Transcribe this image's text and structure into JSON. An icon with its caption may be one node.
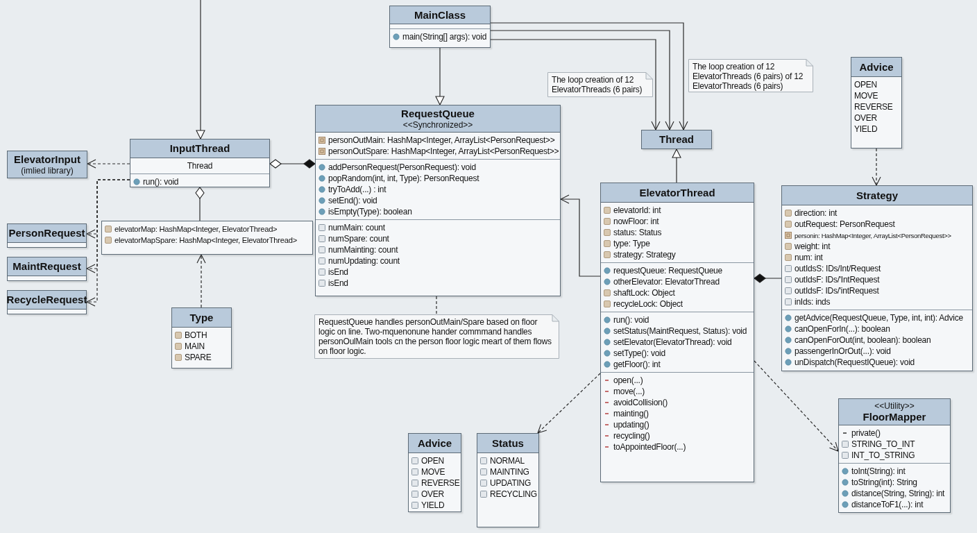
{
  "diagram": {
    "nodes": [
      {
        "text": [
          "MainClass",
          "main(String[] args): void"
        ]
      },
      {
        "text": [
          "InputThread",
          "Thread",
          "run(): void"
        ]
      },
      {
        "text": [
          "ElevatorInput",
          "(imlied library)"
        ]
      },
      {
        "text": [
          "PersonRequest"
        ]
      },
      {
        "text": [
          "MaintRequest"
        ]
      },
      {
        "text": [
          "RecycleRequest"
        ]
      },
      {
        "text": [
          "elevatorMap: HashMap<Integer, ElevatorThread>",
          "elevatorMapSpare: HashMap<Integer, ElevatorThread>"
        ]
      },
      {
        "text": [
          "Type",
          "BOTH",
          "MAIN",
          "SPARE"
        ]
      },
      {
        "text": [
          "RequestQueue",
          "<<Synchronized>>",
          "personOutMain: HashMap<Integer, ArrayList<PersonRequest>>",
          "personOutSpare: HashMap<Integer, ArrayList<PersonRequest>>",
          "addPersonRequest(PersonRequest): void",
          "popRandom(int, int, Type): PersonRequest",
          "tryToAdd(...) : int",
          "setEnd(): void",
          "isEmpty(Type): boolean",
          "numMain: count",
          "numSpare: count",
          "numMainting: count",
          "numUpdating: count",
          "isEnd",
          "isEnd"
        ]
      },
      {
        "text": [
          "RequestQueue handles personOutMain/Spare based on floor logic on line. Two-mquenonune hander commmand handles personOulMain tools cn the person floor logic meart of them flows on floor logic."
        ]
      },
      {
        "text": [
          "The loop creation of 12 ElevatorThreads (6 pairs)"
        ]
      },
      {
        "text": [
          "The loop creation of 12 ElevatorThreads (6 pairs) of 12 ElevatorThreads (6 pairs)"
        ]
      },
      {
        "text": [
          "Thread"
        ]
      },
      {
        "text": [
          "ElevatorThread",
          "elevatorId: int",
          "nowFloor: int",
          "status: Status",
          "type: Type",
          "strategy: Strategy",
          "requestQueue: RequestQueue",
          "otherElevator: ElevatorThread",
          "shaftLock: Object",
          "recycleLock: Object",
          "run(): void",
          "setStatus(MaintRequest, Status): void",
          "setElevator(ElevatorThread): void",
          "setType(): void",
          "getFloor(): int",
          "open(...)",
          "move(...)",
          "avoidCollision()",
          "mainting()",
          "updating()",
          "recycling()",
          "toAppointedFloor(...)"
        ]
      },
      {
        "text": [
          "Advice",
          "OPEN",
          "MOVE",
          "REVERSE",
          "OVER",
          "YIELD"
        ]
      },
      {
        "text": [
          "Strategy",
          "direction: int",
          "outRequest: PersonRequest",
          "personin: HashMap<Integer, ArrayList<PersonRequest>>",
          "weight: int",
          "num: int",
          "outIdsS: IDs/Int/Request",
          "outIdsF: IDs/'IntRequest",
          "outIdsF: IDs/'intRequest",
          "inIds: inds",
          "getAdvice(RequestQueue, Type, int, int): Advice",
          "canOpenForIn(...): boolean",
          "canOpenForOut(int, boolean): boolean",
          "passengerInOrOut(...): void",
          "unDispatch(RequestIQueue): void"
        ]
      },
      {
        "text": [
          "Advice",
          "OPEN",
          "MOVE",
          "REVERSE",
          "OVER",
          "YIELD"
        ]
      },
      {
        "text": [
          "Status",
          "NORMAL",
          "MAINTING",
          "UPDATING",
          "RECYCLING"
        ]
      },
      {
        "text": [
          "<<Utility>>",
          "FloorMapper",
          "private()",
          "STRING_TO_INT",
          "INT_TO_STRING",
          "toInt(String): int",
          "toString(int): String",
          "distance(String, String): int",
          "distanceToF1(...): int"
        ]
      }
    ],
    "edges": [
      {
        "from": null,
        "to": 1,
        "arrow": "to"
      },
      {
        "from": 0,
        "to": 8,
        "arrow": "to"
      },
      {
        "from": 0,
        "to": 12,
        "arrow": "to"
      },
      {
        "from": 0,
        "to": 12,
        "arrow": "to"
      },
      {
        "from": 0,
        "to": 12,
        "arrow": "to"
      },
      {
        "from": 13,
        "to": 12,
        "arrow": "to"
      },
      {
        "from": 1,
        "to": 2,
        "arrow": "to",
        "style": "dashed"
      },
      {
        "from": 1,
        "to": 3,
        "arrow": "to",
        "style": "dashed"
      },
      {
        "from": 1,
        "to": 4,
        "arrow": "to",
        "style": "dashed"
      },
      {
        "from": 1,
        "to": 5,
        "arrow": "to",
        "style": "dashed"
      },
      {
        "from": 6,
        "to": 1,
        "arrow": "other"
      },
      {
        "from": 7,
        "to": 6,
        "arrow": "to",
        "style": "dashed"
      },
      {
        "from": 1,
        "to": 8,
        "arrow": "other"
      },
      {
        "from": 13,
        "to": 8,
        "arrow": "to"
      },
      {
        "from": 15,
        "to": 13,
        "arrow": "other"
      },
      {
        "from": 14,
        "to": 15,
        "arrow": "to",
        "style": "dashed"
      },
      {
        "from": 13,
        "to": 17,
        "arrow": "to",
        "style": "dashed"
      },
      {
        "from": 13,
        "to": 18,
        "arrow": "to",
        "style": "dashed"
      },
      {
        "from": 8,
        "to": 9,
        "arrow": "none",
        "style": "dashed"
      }
    ]
  }
}
